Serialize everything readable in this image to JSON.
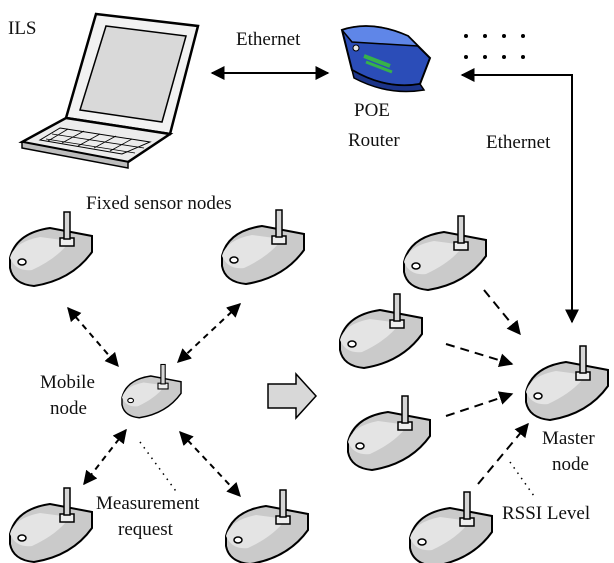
{
  "labels": {
    "ils": "ILS",
    "ethernet_top": "Ethernet",
    "router_line1": "POE",
    "router_line2": "Router",
    "ethernet_right": "Ethernet",
    "fixed_sensor_nodes": "Fixed sensor nodes",
    "mobile_line1": "Mobile",
    "mobile_line2": "node",
    "measurement_line1": "Measurement",
    "measurement_line2": "request",
    "master_line1": "Master",
    "master_line2": "node",
    "rssi_level": "RSSI Level"
  },
  "icons": {
    "laptop": "laptop-icon",
    "router": "router-icon",
    "sensor": "sensor-node-icon",
    "process_arrow": "right-arrow-icon"
  },
  "colors": {
    "node_fill": "#c9c9c9",
    "router_body": "#2b4db8",
    "router_top": "#5f86e8",
    "router_leds": "#36b24a",
    "line": "#000000",
    "process_arrow_fill": "#d8d8d8"
  }
}
